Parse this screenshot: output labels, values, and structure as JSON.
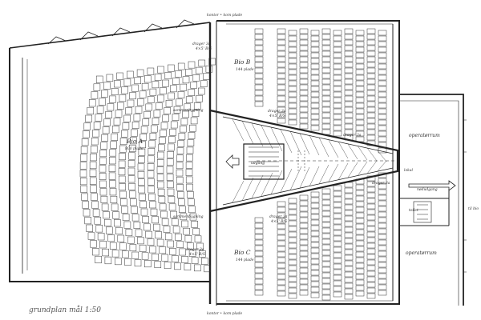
{
  "labels": {
    "bio_a": "Bio A",
    "bio_a_sub": "800 plade",
    "bio_b": "Bio B",
    "bio_b_sub": "144 plade",
    "bio_c": "Bio C",
    "bio_c_sub": "144 plade",
    "top_note": "kontor • kom plade",
    "bottom_note": "kontor • kom plade",
    "udgang": "udgang",
    "samlemurering": "sammenbygning",
    "dragere": "drager 3a",
    "dragere_sub": "4×5' B/S",
    "operatorrum": "operatørrum",
    "operatorrum2": "operatørrum",
    "lokal": "lokal",
    "toilet": "toilet",
    "nodudgang": "nødudgang",
    "trappe": "trappe",
    "til_bio": "til bio",
    "scale_title": "grundplan mål 1:50"
  }
}
